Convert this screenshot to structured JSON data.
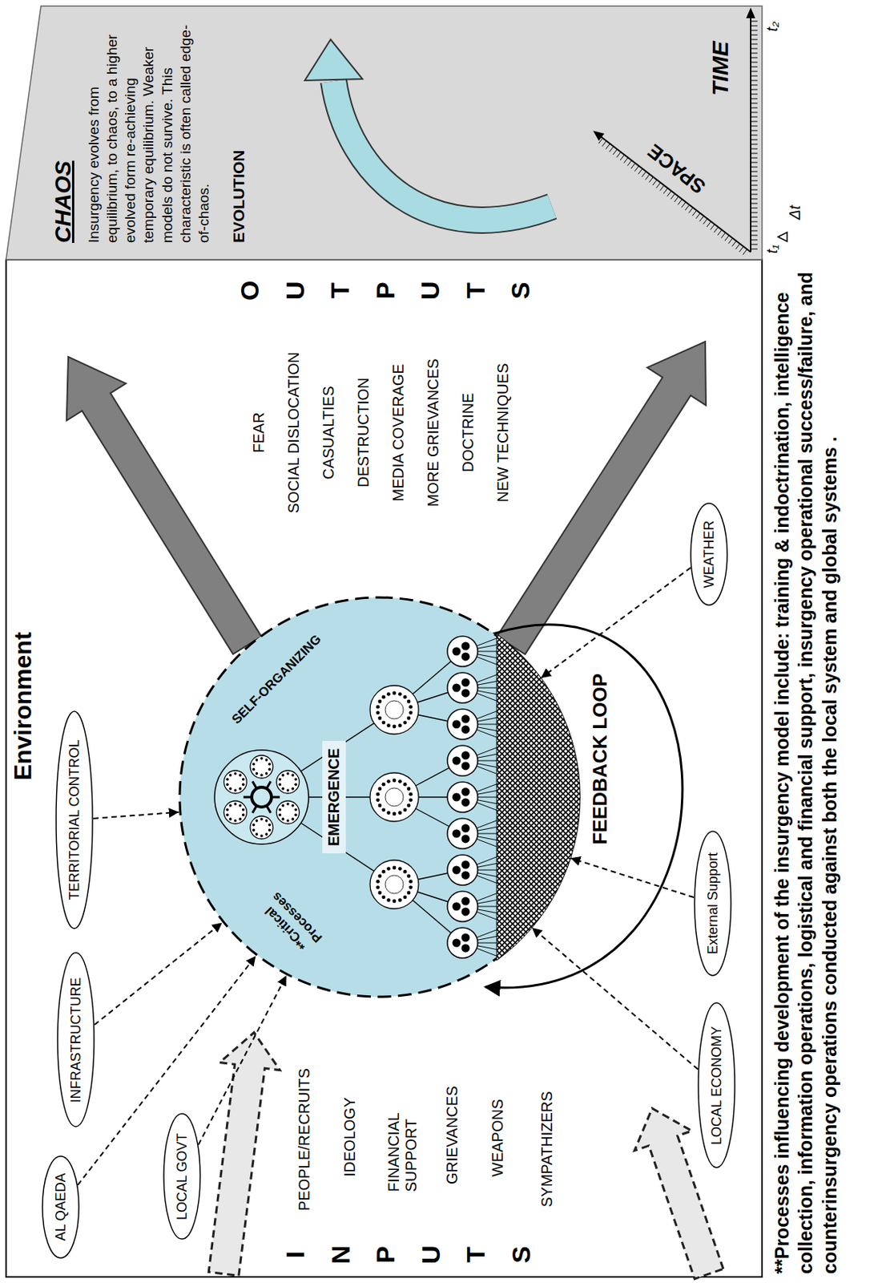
{
  "diagram": {
    "title": "Environment",
    "caption": "**Processes influencing development of the insurgency model include: training & indoctrination, intelligence collection, information operations, logistical and financial support, insurgency operational success/failure, and counterinsurgency operations conducted against both the local system and global systems .",
    "nodes": [
      {
        "text": [
          "AL QAEDA"
        ]
      },
      {
        "text": [
          "INFRASTRUCTURE"
        ]
      },
      {
        "text": [
          "TERRITORIAL CONTROL"
        ]
      },
      {
        "text": [
          "LOCAL GOVT"
        ]
      },
      {
        "text": [
          "**Critical Processes",
          "SELF-ORGANIZING"
        ]
      },
      {
        "text": [
          "EMERGENCE"
        ],
        "in": 4
      },
      {
        "text": [
          "LOCAL ECONOMY"
        ]
      },
      {
        "text": [
          "External Support"
        ]
      },
      {
        "text": [
          "WEATHER"
        ]
      },
      {
        "text": [
          "CHAOS",
          "Insurgency evolves from equilibrium, to chaos, to a higher evolved form re-achieving temporary equilibrium. Weaker models do not survive. This characteristic is often called edge-of-chaos.",
          "EVOLUTION"
        ]
      }
    ],
    "edges": [
      {
        "from": 0,
        "to": 4,
        "arrow": "to"
      },
      {
        "from": 1,
        "to": 4,
        "arrow": "to"
      },
      {
        "from": 2,
        "to": 4,
        "arrow": "to"
      },
      {
        "from": 3,
        "to": 4,
        "arrow": "to"
      },
      {
        "from": 6,
        "to": 4,
        "arrow": "to"
      },
      {
        "from": 7,
        "to": 4,
        "arrow": "to"
      },
      {
        "from": 8,
        "to": 4,
        "arrow": "to"
      }
    ],
    "labels": [
      "INPUTS",
      "PEOPLE/RECRUITS",
      "IDEOLOGY",
      "FINANCIAL SUPPORT",
      "GRIEVANCES",
      "WEAPONS",
      "SYMPATHIZERS",
      "FEAR",
      "SOCIAL DISLOCATION",
      "CASUALTIES",
      "DESTRUCTION",
      "MEDIA COVERAGE",
      "MORE GRIEVANCES",
      "DOCTRINE",
      "NEW TECHNIQUES",
      "OUTPUTS",
      "FEEDBACK LOOP",
      "SPACE",
      "TIME",
      "t₁",
      "t₂",
      "Δt"
    ]
  }
}
